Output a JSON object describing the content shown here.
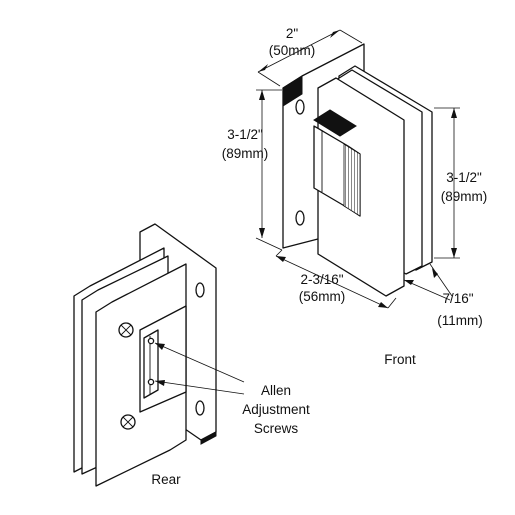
{
  "dimensions": {
    "top_width": {
      "inch": "2\"",
      "mm": "(50mm)"
    },
    "left_height": {
      "inch": "3-1/2\"",
      "mm": "(89mm)"
    },
    "right_height": {
      "inch": "3-1/2\"",
      "mm": "(89mm)"
    },
    "depth": {
      "inch": "2-3/16\"",
      "mm": "(56mm)"
    },
    "thickness": {
      "inch": "7/16\"",
      "mm": "(11mm)"
    }
  },
  "labels": {
    "front": "Front",
    "rear": "Rear",
    "callout": [
      "Allen",
      "Adjustment",
      "Screws"
    ]
  }
}
